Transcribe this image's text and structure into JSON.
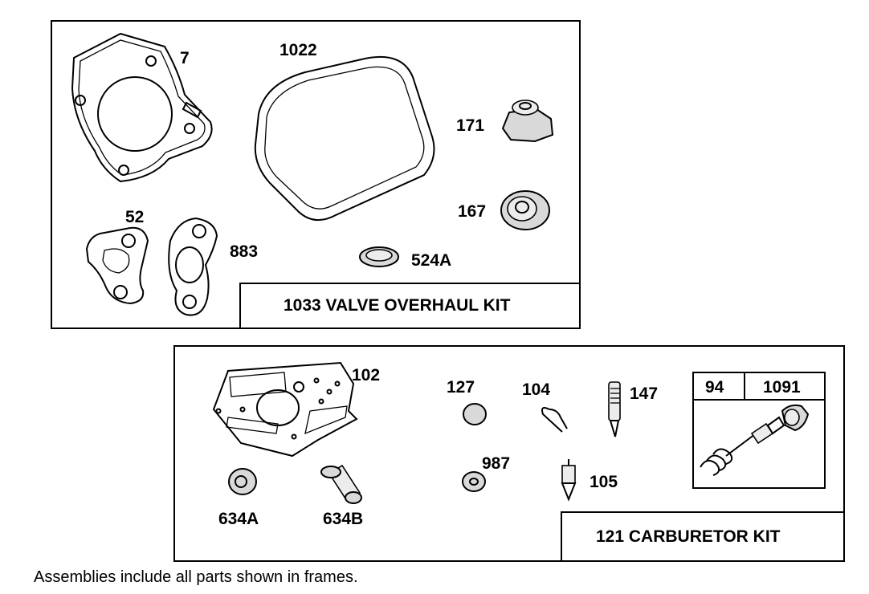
{
  "kits": {
    "valve": {
      "title": "1033 VALVE OVERHAUL KIT"
    },
    "carburetor": {
      "title": "121 CARBURETOR KIT"
    }
  },
  "callouts": {
    "p7": "7",
    "p1022": "1022",
    "p171": "171",
    "p167": "167",
    "p52": "52",
    "p883": "883",
    "p524A": "524A",
    "p102": "102",
    "p127": "127",
    "p104": "104",
    "p147": "147",
    "p987": "987",
    "p105": "105",
    "p634A": "634A",
    "p634B": "634B",
    "p94": "94",
    "p1091": "1091"
  },
  "footnote": "Assemblies include all parts shown in frames."
}
